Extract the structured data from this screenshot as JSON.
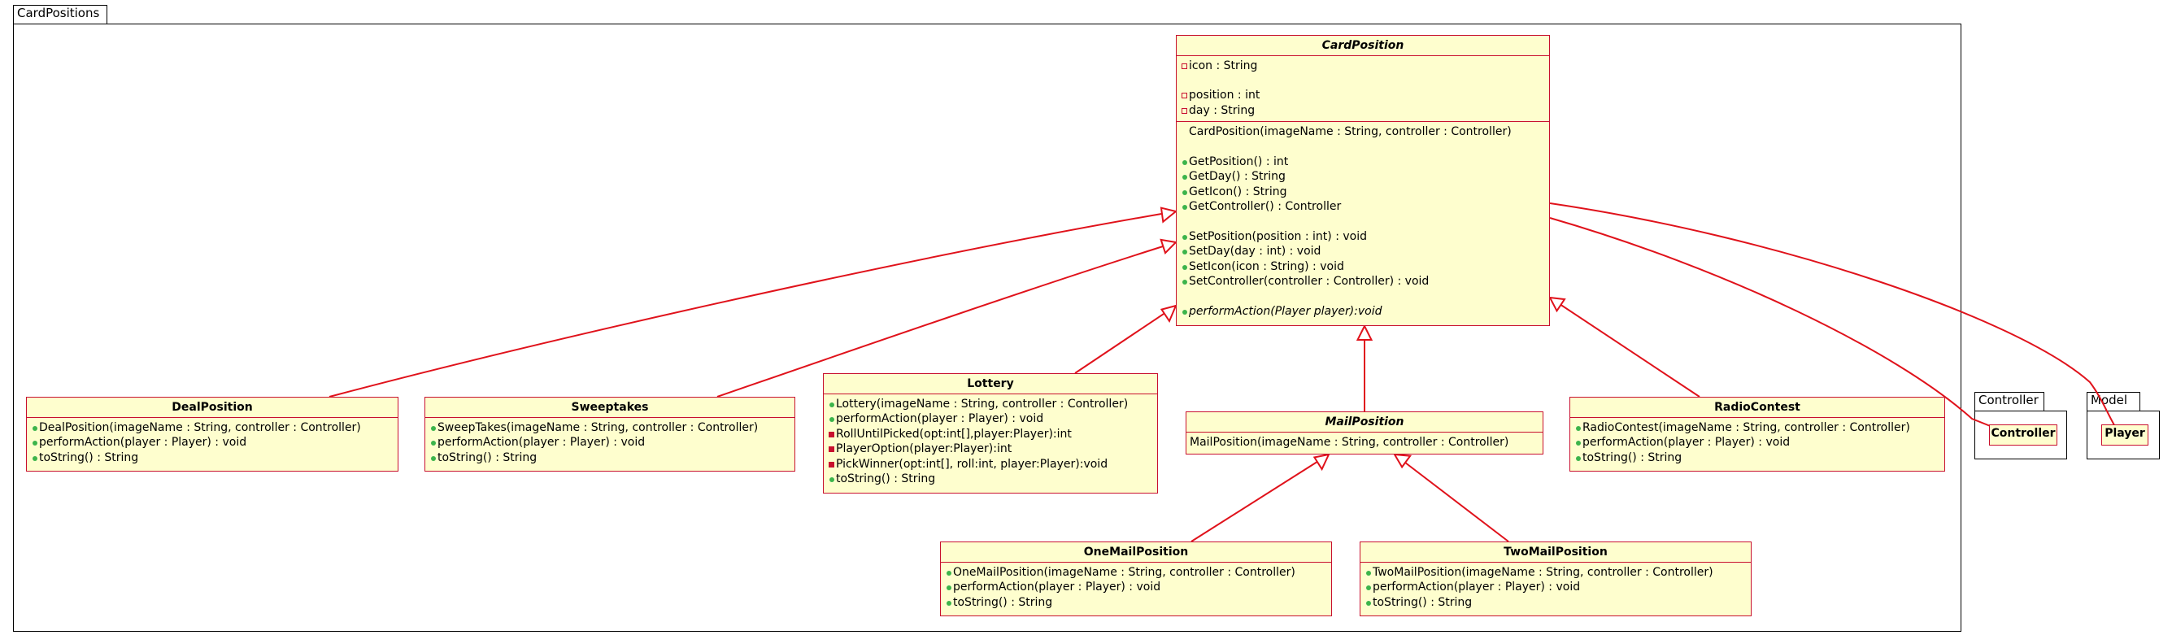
{
  "packages": {
    "card_positions": "CardPositions",
    "controller": "Controller",
    "model": "Model"
  },
  "colors": {
    "class_fill": "#fefece",
    "class_border": "#c8102e",
    "edge": "#e0121b",
    "public_marker": "#3cb44b",
    "private_marker": "#c8102e"
  },
  "icons": {
    "public": "filled-green-circle",
    "private_field": "hollow-red-square",
    "private_method": "filled-red-square",
    "generalization": "hollow-triangle-arrowhead"
  },
  "classes": {
    "card_position": {
      "name": "CardPosition",
      "fields": [
        "icon : String",
        "position : int",
        "day : String"
      ],
      "ctor": "CardPosition(imageName : String, controller : Controller)",
      "getters": [
        "GetPosition() : int",
        "GetDay() : String",
        "GetIcon() : String",
        "GetController() : Controller"
      ],
      "setters": [
        "SetPosition(position : int) : void",
        "SetDay(day : int) : void",
        "SetIcon(icon : String) : void",
        "SetController(controller : Controller) : void"
      ],
      "abstract_method": "performAction(Player player):void"
    },
    "deal_position": {
      "name": "DealPosition",
      "methods": [
        "DealPosition(imageName : String, controller : Controller)",
        "performAction(player : Player) : void",
        "toString() : String"
      ]
    },
    "sweeptakes": {
      "name": "Sweeptakes",
      "methods": [
        "SweepTakes(imageName : String, controller : Controller)",
        "performAction(player : Player) : void",
        "toString() : String"
      ]
    },
    "lottery": {
      "name": "Lottery",
      "methods": [
        "Lottery(imageName : String, controller : Controller)",
        "performAction(player : Player) : void",
        "RollUntilPicked(opt:int[],player:Player):int",
        "PlayerOption(player:Player):int",
        "PickWinner(opt:int[], roll:int, player:Player):void",
        "toString() : String"
      ]
    },
    "mail_position": {
      "name": "MailPosition",
      "methods": [
        "MailPosition(imageName : String, controller : Controller)"
      ]
    },
    "radio_contest": {
      "name": "RadioContest",
      "methods": [
        "RadioContest(imageName : String, controller : Controller)",
        "performAction(player : Player) : void",
        "toString() : String"
      ]
    },
    "one_mail_position": {
      "name": "OneMailPosition",
      "methods": [
        "OneMailPosition(imageName : String, controller : Controller)",
        "performAction(player : Player) : void",
        "toString() : String"
      ]
    },
    "two_mail_position": {
      "name": "TwoMailPosition",
      "methods": [
        "TwoMailPosition(imageName : String, controller : Controller)",
        "performAction(player : Player) : void",
        "toString() : String"
      ]
    },
    "controller": {
      "name": "Controller"
    },
    "player": {
      "name": "Player"
    }
  }
}
